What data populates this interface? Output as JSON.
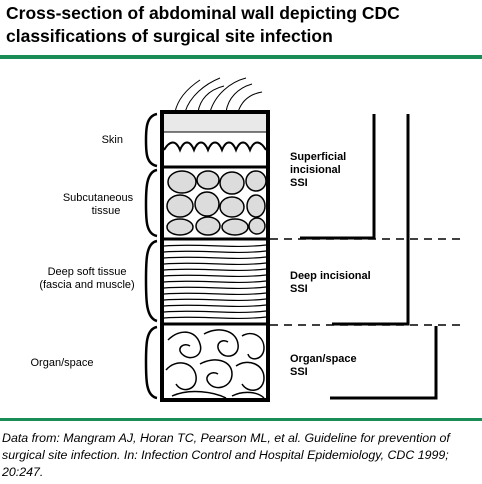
{
  "title": "Cross-section of abdominal wall depicting CDC classifications of surgical site infection",
  "layers": {
    "skin": "Skin",
    "subcutaneous_1": "Subcutaneous",
    "subcutaneous_2": "tissue",
    "deep_1": "Deep soft tissue",
    "deep_2": "(fascia and muscle)",
    "organ": "Organ/space"
  },
  "classifications": {
    "superficial_1": "Superficial",
    "superficial_2": "incisional",
    "superficial_3": "SSI",
    "deep_1": "Deep incisional",
    "deep_2": "SSI",
    "organ_1": "Organ/space",
    "organ_2": "SSI"
  },
  "source": "Data from: Mangram AJ, Horan TC, Pearson ML, et al. Guideline for prevention of surgical site infection. In: Infection Control and Hospital Epidemiology, CDC 1999; 20:247.",
  "colors": {
    "accent": "#1a8c55",
    "ink": "#000000"
  }
}
